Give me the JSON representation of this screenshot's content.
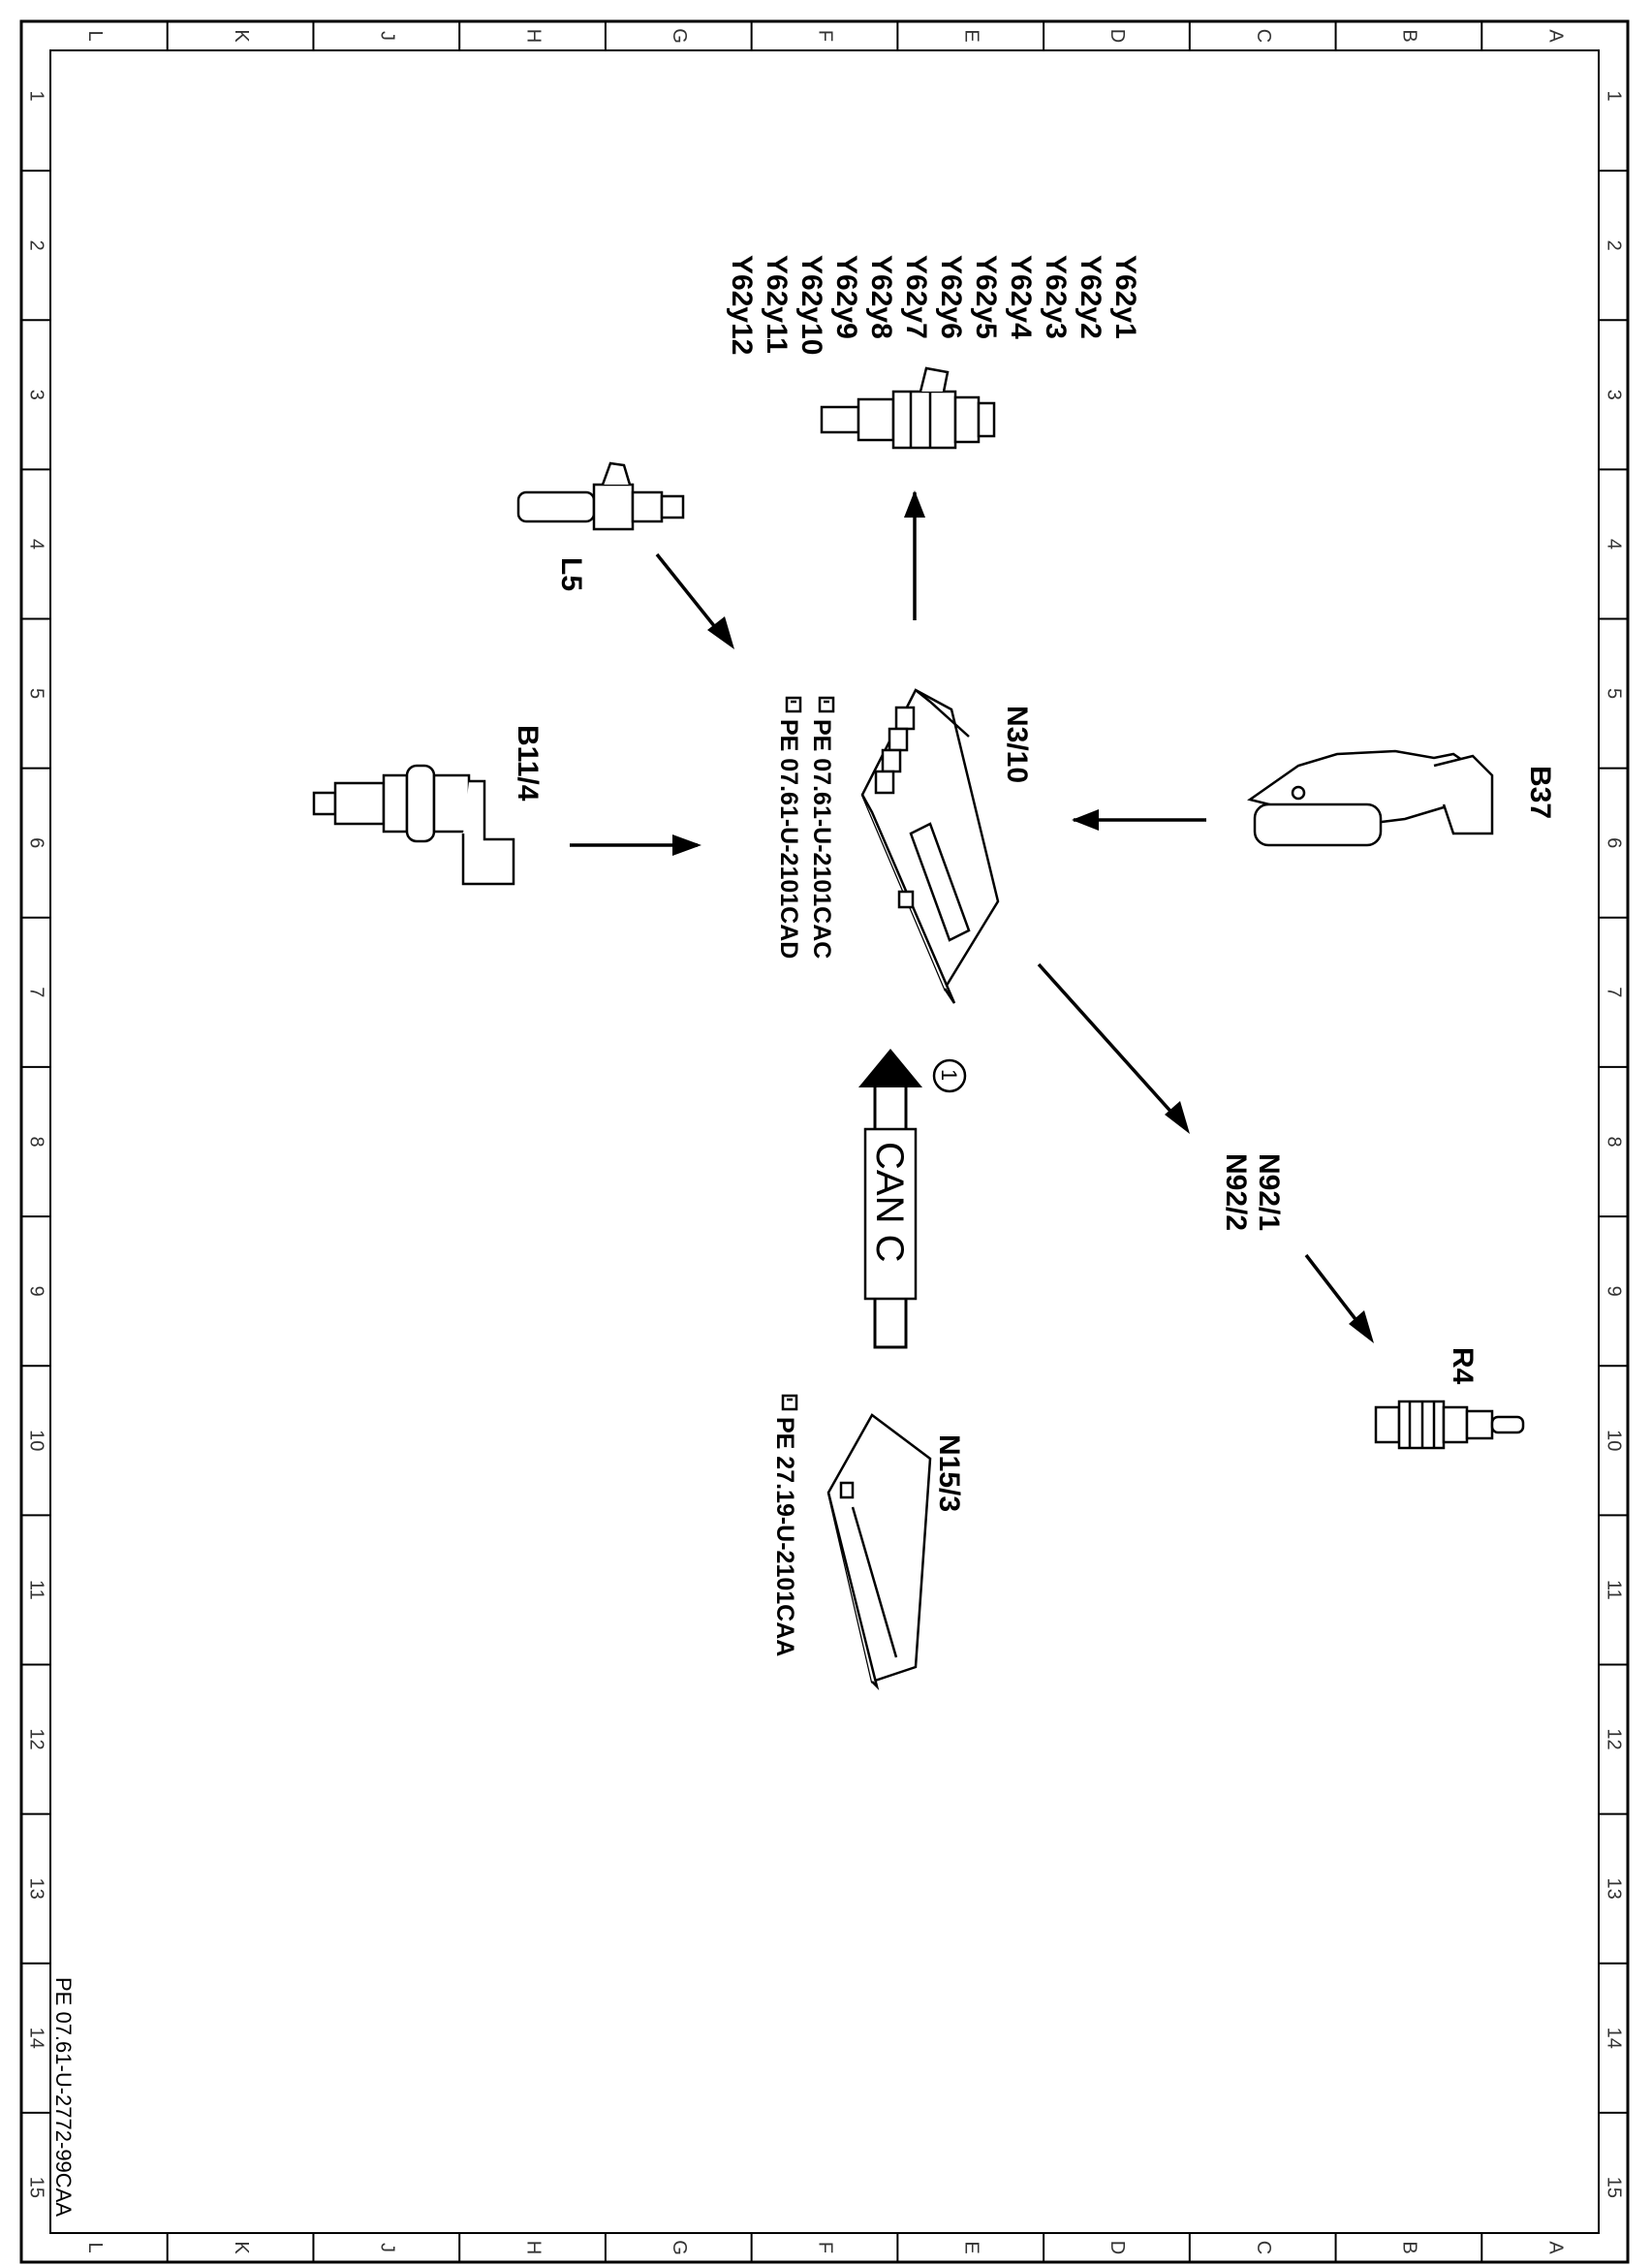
{
  "drawing_id": "PE 07.61-U-2772-99CAA",
  "border": {
    "letters": [
      "L",
      "K",
      "J",
      "H",
      "G",
      "F",
      "E",
      "D",
      "C",
      "B",
      "A"
    ],
    "numbers": [
      "1",
      "2",
      "3",
      "4",
      "5",
      "6",
      "7",
      "8",
      "9",
      "10",
      "11",
      "12",
      "13",
      "14",
      "15"
    ]
  },
  "components": {
    "injectors": {
      "labels": [
        "Y62y1",
        "Y62y2",
        "Y62y3",
        "Y62y4",
        "Y62y5",
        "Y62y6",
        "Y62y7",
        "Y62y8",
        "Y62y9",
        "Y62y10",
        "Y62y11",
        "Y62y12"
      ]
    },
    "l5": {
      "label": "L5"
    },
    "b11_4": {
      "label": "B11/4"
    },
    "n3_10": {
      "label": "N3/10",
      "refs": [
        "PE 07.61-U-2101CAC",
        "PE 07.61-U-2101CAD"
      ]
    },
    "b37": {
      "label": "B37"
    },
    "n92": {
      "labels": [
        "N92/1",
        "N92/2"
      ]
    },
    "r4": {
      "label": "R4"
    },
    "n15_3": {
      "label": "N15/3",
      "refs": [
        "PE 27.19-U-2101CAA"
      ]
    },
    "can": {
      "label": "CAN C",
      "marker": "1"
    }
  }
}
